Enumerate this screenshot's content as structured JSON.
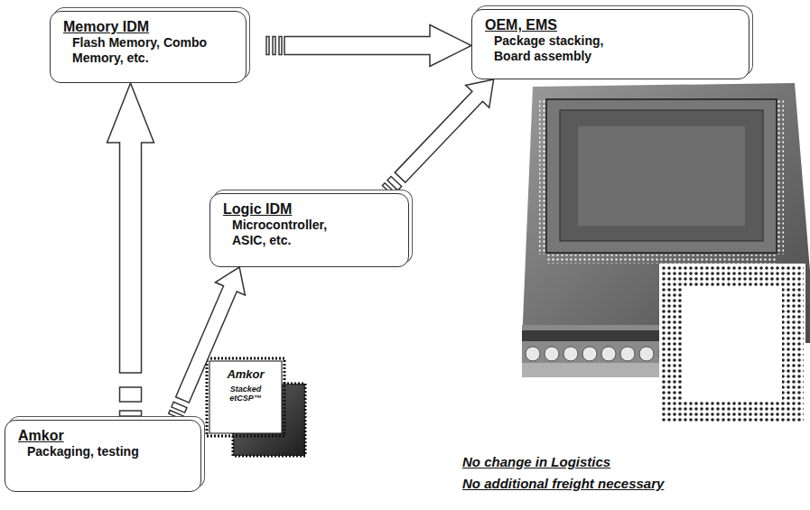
{
  "diagram": {
    "nodes": [
      {
        "text": [
          "Memory IDM",
          "Flash Memory, Combo Memory, etc."
        ]
      },
      {
        "text": [
          "OEM, EMS",
          "Package stacking, Board assembly"
        ]
      },
      {
        "text": [
          "Logic IDM",
          "Microcontroller, ASIC, etc."
        ]
      },
      {
        "text": [
          "Amkor",
          "Packaging, testing"
        ]
      }
    ],
    "edges": [
      {
        "from": 3,
        "to": 0,
        "arrow": "to"
      },
      {
        "from": 3,
        "to": 2,
        "arrow": "to"
      },
      {
        "from": 2,
        "to": 1,
        "arrow": "to"
      },
      {
        "from": 0,
        "to": 1,
        "arrow": "to"
      }
    ],
    "labels": [
      "Amkor",
      "Stacked etCSP™",
      "No change in Logistics",
      "No additional freight necessary"
    ]
  }
}
